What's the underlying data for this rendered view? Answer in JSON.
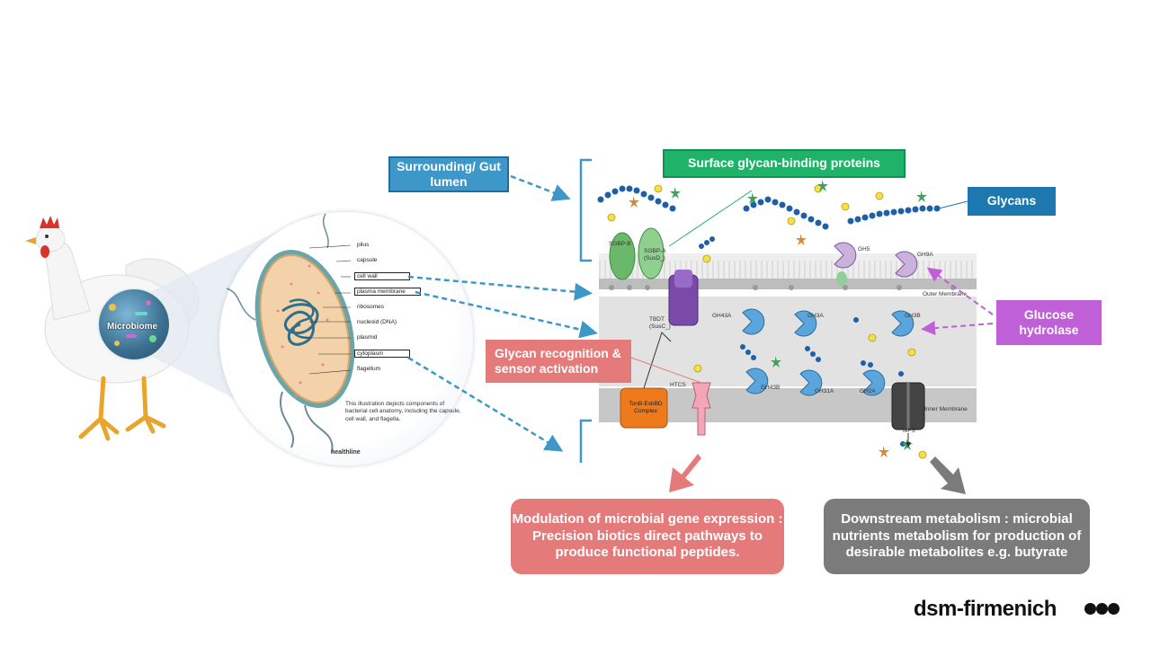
{
  "callouts": {
    "surrounding": "Surrounding/ Gut lumen",
    "surface_binding": "Surface glycan-binding proteins",
    "glycans": "Glycans",
    "glucose_hydrolase": "Glucose hydrolase",
    "glycan_recognition": "Glycan recognition & sensor activation",
    "modulation": "Modulation of microbial gene expression : Precision biotics direct pathways to produce functional peptides.",
    "downstream": "Downstream metabolism : microbial nutrients metabolism for production of desirable metabolites e.g. butyrate"
  },
  "chicken": {
    "microbiome_label": "Microbiome"
  },
  "cell_diagram": {
    "labels": {
      "pilus": "pilus",
      "capsule": "capsule",
      "cell_wall": "cell wall",
      "plasma_membrane": "plasma membrane",
      "ribosomes": "ribosomes",
      "nucleoid": "nucleoid (DNA)",
      "plasmid": "plasmid",
      "cytoplasm": "cytoplasm",
      "flagellum": "flagellum"
    },
    "caption": "This illustration depicts components of bacterial cell anatomy, including the capsule, cell wall, and flagella.",
    "source": "healthline"
  },
  "membrane_diagram": {
    "labels": {
      "sgbp_b": "SGBP-B",
      "sgbp_a": "SGBP-A (SusD_)",
      "tbdt": "TBDT (SusC_)",
      "gh5": "GH5",
      "gh9a": "GH9A",
      "outer_membrane": "Outer Membrane",
      "gh43a": "GH43A",
      "gh3a": "GH3A",
      "gh3b": "GH3B",
      "gh43b": "GH43B",
      "gh31a": "GH31A",
      "gh2a": "GH2A",
      "htcs": "HTCS",
      "tonb": "TonB-ExbBD Complex",
      "inner_membrane": "Inner Membrane",
      "mfs": "MFS"
    }
  },
  "brand": {
    "name": "dsm-firmenich"
  },
  "colors": {
    "gut_lumen_blue": "#3d97c9",
    "surface_green": "#1fb36a",
    "glycans_blue": "#1c78ae",
    "hydrolase_purple": "#c060d8",
    "recognition_pink": "#e47a7a",
    "downstream_gray": "#7b7b7b"
  }
}
